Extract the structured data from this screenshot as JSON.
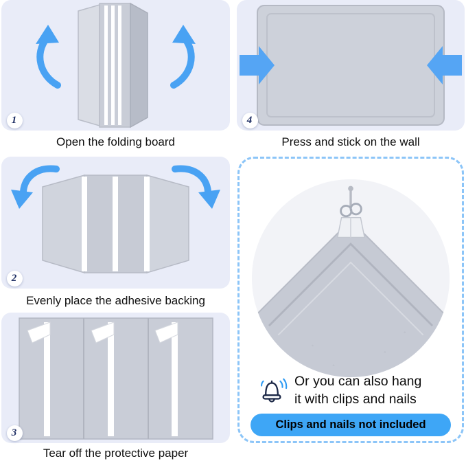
{
  "steps": [
    {
      "number": "1",
      "caption": "Open the folding board"
    },
    {
      "number": "2",
      "caption": "Evenly place the adhesive backing"
    },
    {
      "number": "3",
      "caption": "Tear off the protective paper"
    },
    {
      "number": "4",
      "caption": "Press and stick on the wall"
    }
  ],
  "hang_tip": {
    "line1": "Or you can also hang",
    "line2": "it with clips and nails",
    "badge": "Clips and nails not included"
  },
  "colors": {
    "panel_background": "#e9ecf8",
    "arrow_blue": "#49a2f3",
    "accent_blue": "#3ea6f6",
    "dashed_border_blue": "#8cc5f8",
    "board_gray": "#c9cdd7",
    "badge_number_navy": "#1d2d63"
  },
  "icons": {
    "tip": "bell-icon"
  }
}
